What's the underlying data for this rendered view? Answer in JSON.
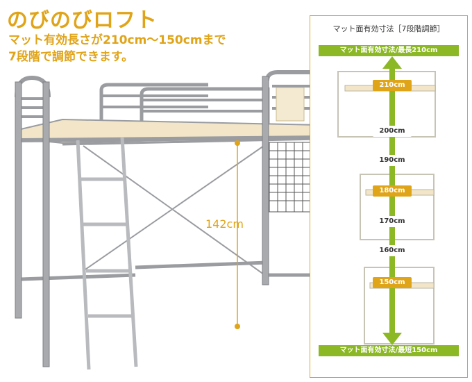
{
  "headline": {
    "title": "のびのびロフト",
    "line1": "マット有効長さが210cm〜150cmまで",
    "line2": "7段階で調節できます。"
  },
  "height_label": "142cm",
  "panel": {
    "title": "マット面有効寸法［7段階調節］",
    "top_bar": "マット面有効寸法/最長210cm",
    "bottom_bar": "マット面有効寸法/最短150cm",
    "sizes": [
      "210cm",
      "200cm",
      "190cm",
      "180cm",
      "170cm",
      "160cm",
      "150cm"
    ]
  },
  "colors": {
    "accent": "#e0a419",
    "green": "#8bb824",
    "frame": "#9a9ca0",
    "wood": "#f3e6c8"
  }
}
